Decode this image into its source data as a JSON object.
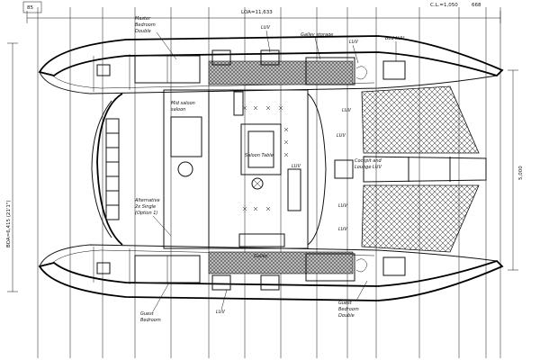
{
  "dimensions": {
    "top_left_marker": "85",
    "top_loa": "LOA=11,633",
    "top_right_group": "C.L.=1,050",
    "top_right_small": "668",
    "left_vertical": "BOA=6,415 (21'1\")",
    "right_vertical": "5,000"
  },
  "labels": {
    "master_bedroom": [
      "Master",
      "Bedroom",
      "Double"
    ],
    "top_luv": "LUV",
    "galley_storage": [
      "Galley storage"
    ],
    "top_luv2": "LUV",
    "bed_luv": "Bed LUV",
    "luv_right_1": "LUV",
    "luv_mid": "LUV",
    "saloon": [
      "Mid saloon",
      "saloon"
    ],
    "luv_mid2": "LUV",
    "salon_table": "Saloon Table",
    "cabin_lounge": [
      "Cockpit and",
      "Lounge LUV"
    ],
    "luv_mid3": "LUV",
    "guest_bedroom_left": [
      "Alternative",
      "2x Single",
      "(Option 1)"
    ],
    "luv_lower": "LUV",
    "galley_lower": "Galley",
    "guest_bedroom_bottom": [
      "Guest",
      "Bedroom"
    ],
    "luv_bottom": "LUV",
    "guest_bedroom_right": [
      "Guest",
      "Bedroom",
      "Double"
    ]
  },
  "colors": {
    "line": "#111111",
    "background": "#ffffff"
  }
}
